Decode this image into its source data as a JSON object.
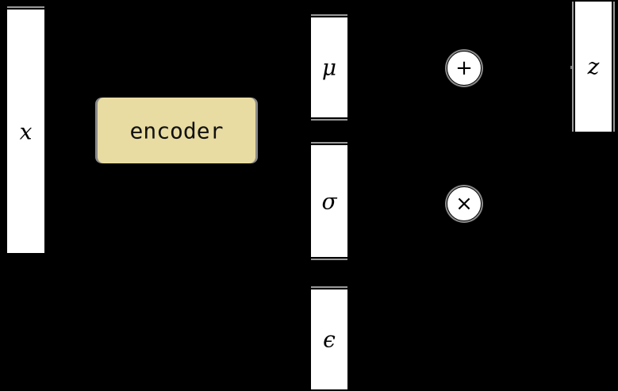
{
  "nodes": {
    "x": "x",
    "encoder": "encoder",
    "mu": "μ",
    "sigma": "σ",
    "epsilon": "ϵ",
    "z": "z"
  },
  "operators": {
    "plus": "+",
    "times": "×"
  },
  "colors": {
    "background": "#000000",
    "vector_fill": "#ffffff",
    "encoder_fill": "#e8dca2"
  }
}
